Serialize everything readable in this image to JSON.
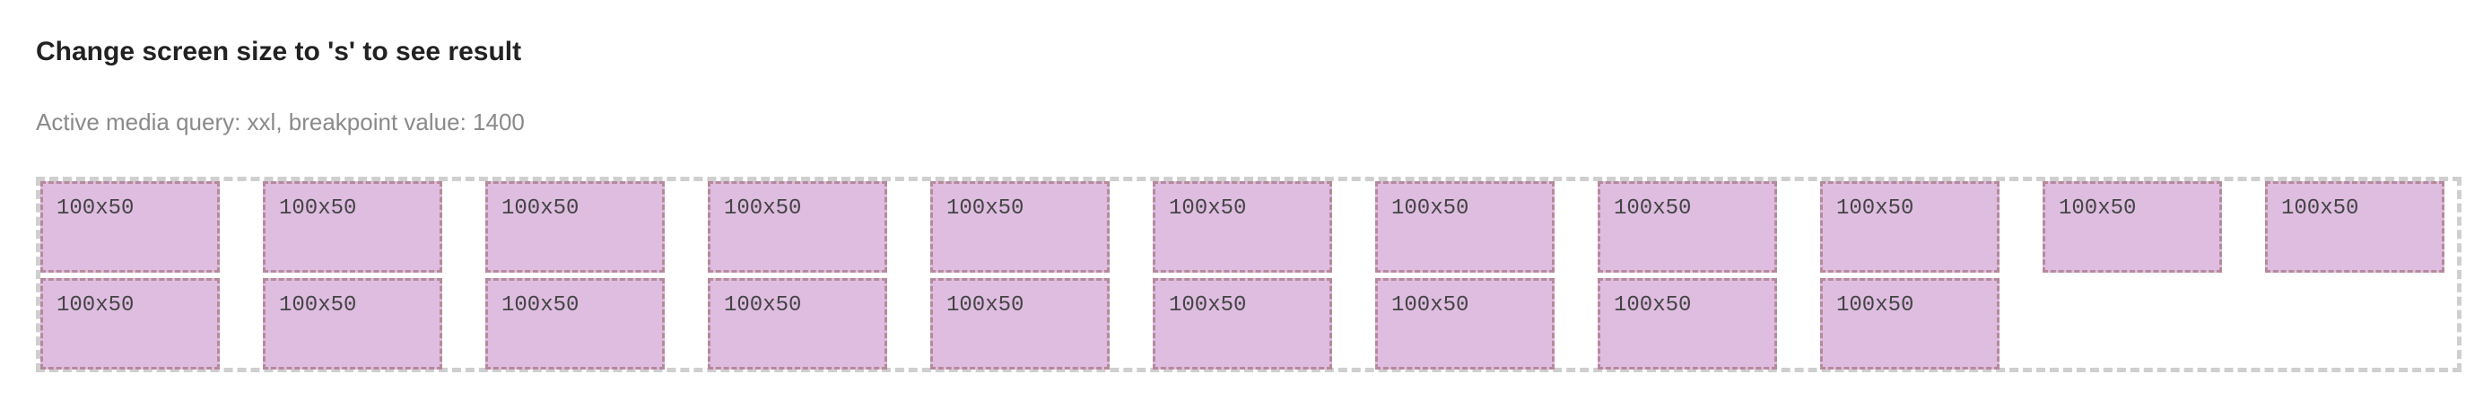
{
  "page": {
    "title": "Change screen size to 's' to see result",
    "media_info": "Active media query: xxl, breakpoint value: 1400"
  },
  "grid": {
    "rows": [
      [
        "100x50",
        "100x50",
        "100x50",
        "100x50",
        "100x50",
        "100x50",
        "100x50",
        "100x50",
        "100x50",
        "100x50",
        "100x50"
      ],
      [
        "100x50",
        "100x50",
        "100x50",
        "100x50",
        "100x50",
        "100x50",
        "100x50",
        "100x50",
        "100x50"
      ]
    ]
  },
  "colors": {
    "box_fill": "#dfbde1",
    "box_border": "#b58a9a",
    "container_border": "#cfcfcf",
    "title": "#222222",
    "info_text": "#8a8a8a"
  }
}
